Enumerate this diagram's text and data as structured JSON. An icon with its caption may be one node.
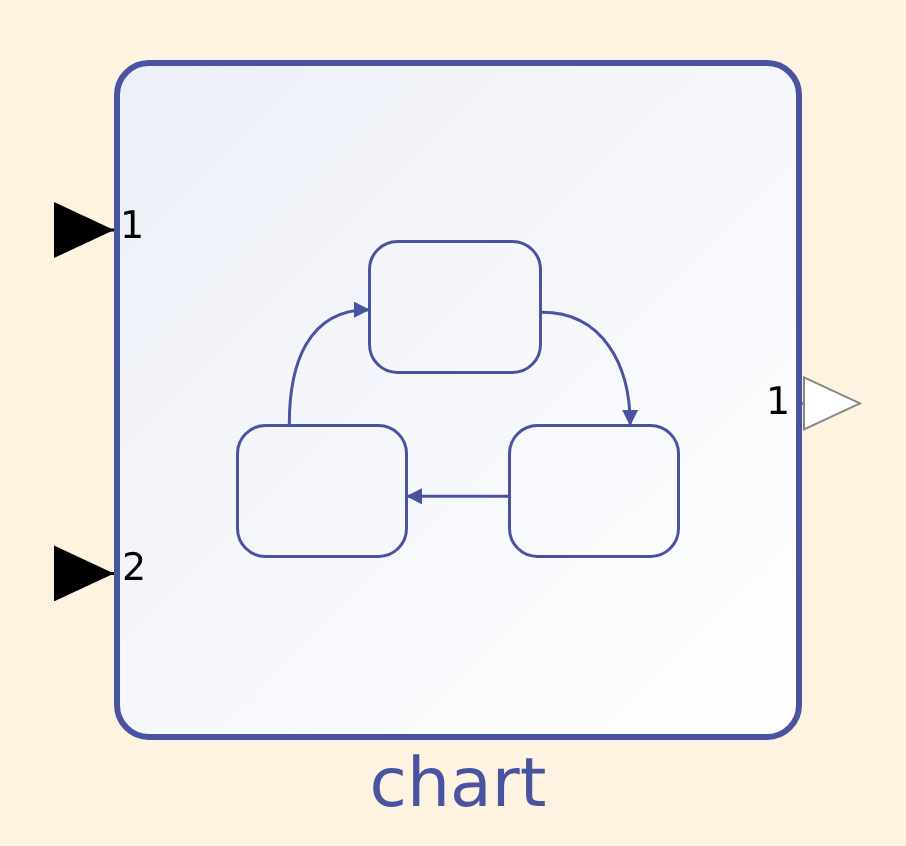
{
  "diagram": {
    "nodes": [
      {
        "text": [
          "chart"
        ]
      },
      {
        "text": [],
        "shape": "box",
        "in": 0
      },
      {
        "text": [],
        "shape": "box",
        "in": 0
      },
      {
        "text": [],
        "shape": "box",
        "in": 0
      }
    ],
    "edges": [
      {
        "from": 2,
        "to": 1,
        "arrow": "to"
      },
      {
        "from": 1,
        "to": 3,
        "arrow": "to"
      },
      {
        "from": 3,
        "to": 2,
        "arrow": "to"
      },
      {
        "from": null,
        "to": 0,
        "arrow": "to",
        "color": "#000000"
      },
      {
        "from": null,
        "to": 0,
        "arrow": "to",
        "color": "#000000"
      },
      {
        "from": 0,
        "to": null,
        "arrow": "to",
        "color": "#888888"
      }
    ],
    "labels": [
      "1",
      "2",
      "1"
    ]
  }
}
